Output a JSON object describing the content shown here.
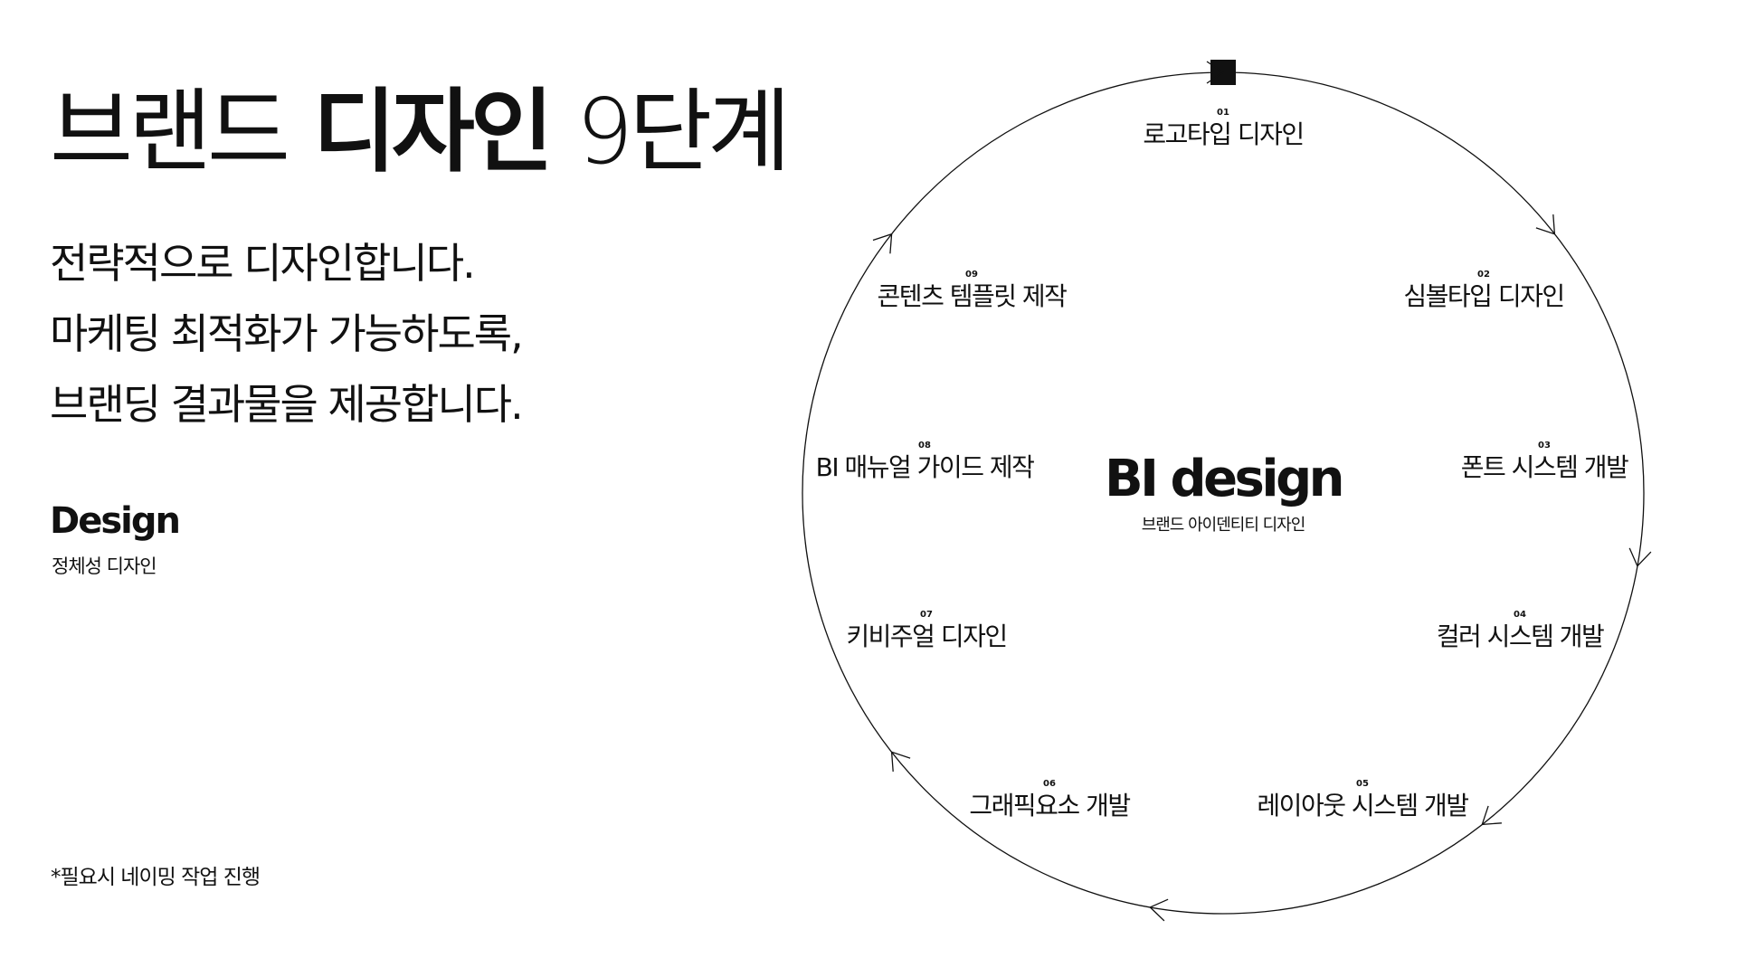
{
  "header": {
    "title_light_1": "브랜드",
    "title_bold": "디자인",
    "title_light_2": "9단계"
  },
  "description": {
    "lines": [
      "전략적으로 디자인합니다.",
      "마케팅 최적화가 가능하도록,",
      "브랜딩 결과물을 제공합니다."
    ]
  },
  "design": {
    "label": "Design",
    "sub": "정체성 디자인"
  },
  "footnote": "*필요시 네이밍 작업 진행",
  "diagram": {
    "center_title": "BI design",
    "center_sub": "브랜드 아이덴티티 디자인",
    "steps": [
      {
        "num": "01",
        "label": "로고타입 디자인"
      },
      {
        "num": "02",
        "label": "심볼타입 디자인"
      },
      {
        "num": "03",
        "label": "폰트 시스템 개발"
      },
      {
        "num": "04",
        "label": "컬러 시스템 개발"
      },
      {
        "num": "05",
        "label": "레이아웃 시스템 개발"
      },
      {
        "num": "06",
        "label": "그래픽요소 개발"
      },
      {
        "num": "07",
        "label": "키비주얼 디자인"
      },
      {
        "num": "08",
        "label": "BI 매뉴얼 가이드 제작"
      },
      {
        "num": "09",
        "label": "콘텐츠 템플릿 제작"
      }
    ],
    "line_color": "#111111"
  }
}
